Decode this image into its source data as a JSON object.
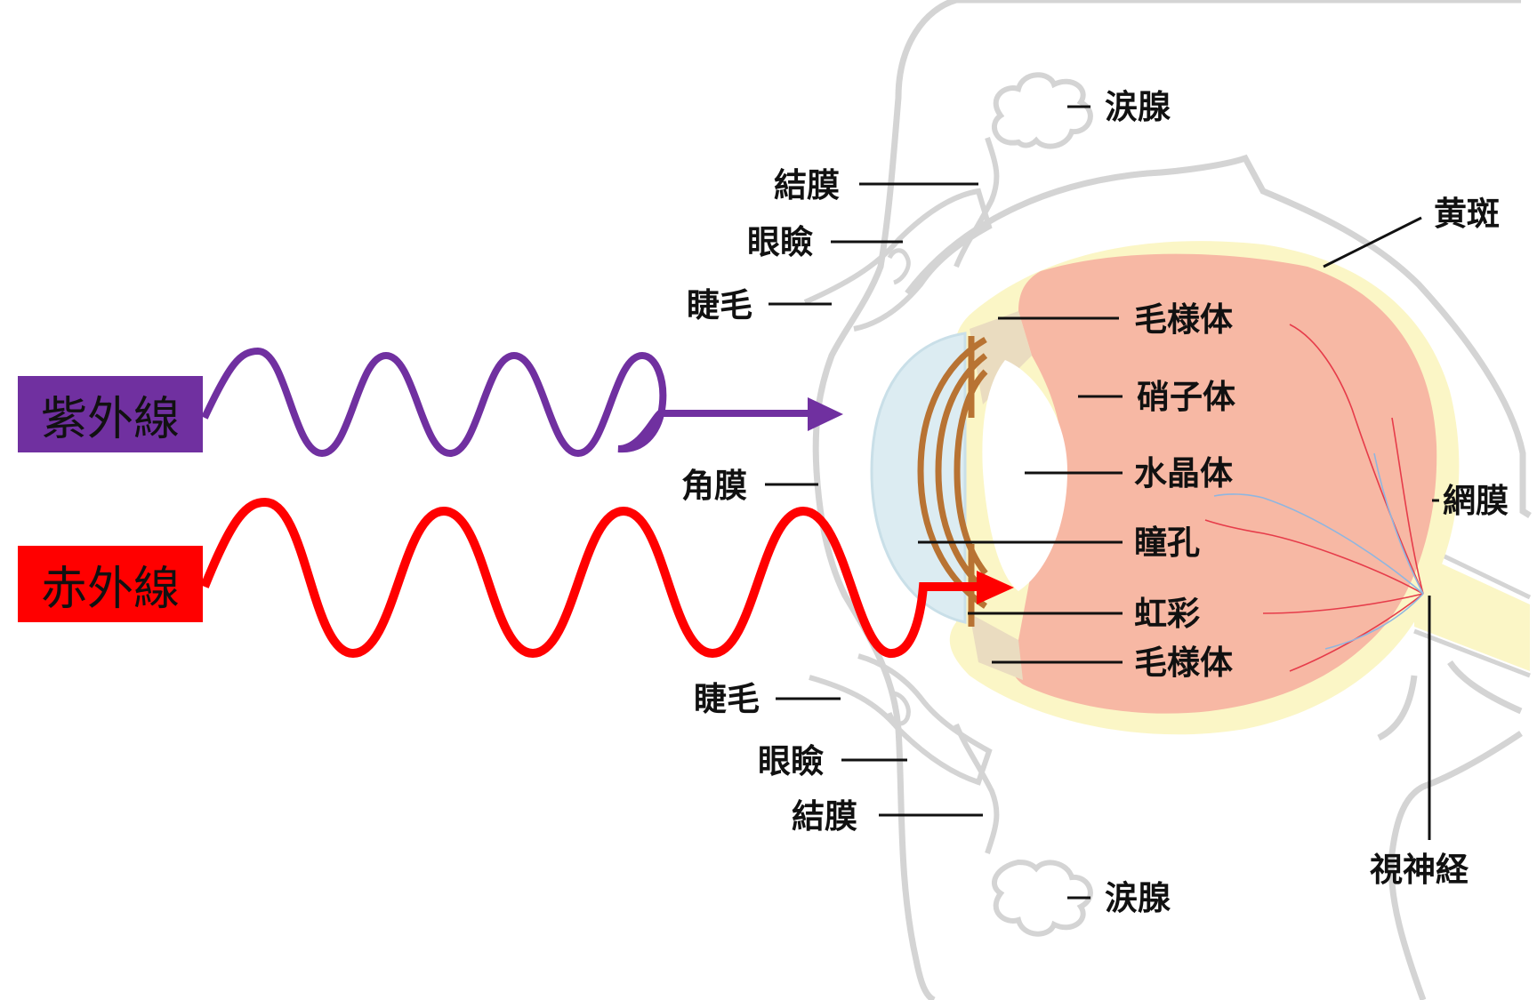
{
  "radiation": {
    "uv": {
      "label": "紫外線",
      "color": "#7030a0"
    },
    "ir": {
      "label": "赤外線",
      "color": "#ff0000"
    }
  },
  "colors": {
    "outline": "#d4d4d4",
    "sclera": "#fbf6c6",
    "vitreous": "#f7b8a4",
    "iris": "#b87333",
    "cornea": "#dcecf2",
    "vessel_red": "#e63c4a",
    "vessel_blue": "#8fb6e0"
  },
  "labels": {
    "lacrimal_gland_top": "涙腺",
    "conjunctiva_top": "結膜",
    "eyelid_top": "眼瞼",
    "eyelash_top": "睫毛",
    "cornea": "角膜",
    "eyelash_bottom": "睫毛",
    "eyelid_bottom": "眼瞼",
    "conjunctiva_bottom": "結膜",
    "lacrimal_gland_bottom": "涙腺",
    "macula": "黄斑",
    "ciliary_body_top": "毛様体",
    "vitreous_body": "硝子体",
    "lens": "水晶体",
    "pupil": "瞳孔",
    "iris": "虹彩",
    "ciliary_body_bottom": "毛様体",
    "retina": "網膜",
    "optic_nerve": "視神経"
  }
}
